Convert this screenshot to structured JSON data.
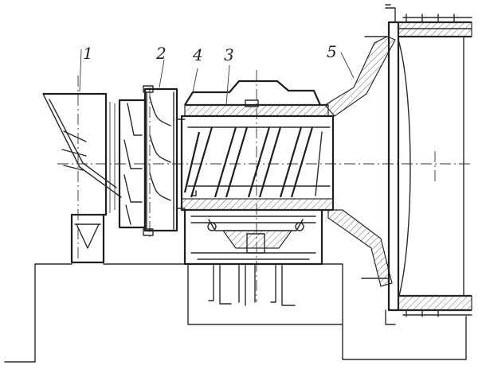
{
  "callouts": [
    {
      "number": "1",
      "target": "feed-hopper"
    },
    {
      "number": "2",
      "target": "feed-rotor"
    },
    {
      "number": "3",
      "target": "screw-conveyor"
    },
    {
      "number": "4",
      "target": "screw-housing"
    },
    {
      "number": "5",
      "target": "kiln-inlet-hood"
    }
  ]
}
